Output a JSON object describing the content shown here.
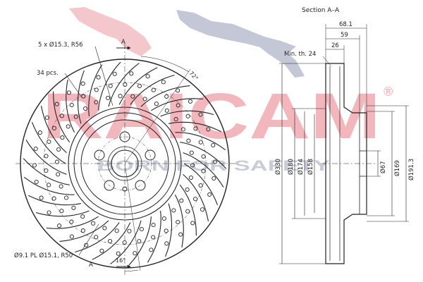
{
  "drawing": {
    "front_view": {
      "bolt_holes_label": "5 x Ø15.3, R56",
      "pcs_label": "34 pcs.",
      "hole_spec_label": "Ø9.1 PL Ø15.1, R50",
      "angle_top": "72°",
      "angle_bottom": "16°",
      "section_marker_top": "A",
      "section_marker_bottom": "A"
    },
    "section_view": {
      "title": "Section A–A",
      "dim_overall_width": "68.1",
      "dim_hat_width": "59",
      "dim_thickness": "26",
      "min_thickness": "Min. th. 24",
      "dim_d330": "Ø330",
      "dim_d180": "Ø180",
      "dim_d174": "Ø174",
      "dim_d158": "Ø158",
      "dim_d67": "Ø67",
      "dim_d169": "Ø169",
      "dim_d191": "Ø191.3"
    }
  },
  "watermark": {
    "brand": "RAICAM",
    "tagline": "BORN FOR SAFETY",
    "registered_mark": "®",
    "colors": {
      "brand_red": "#f2b6bd",
      "tagline_gray": "#c9ccd8",
      "animal_red": "#f4c7cc",
      "animal_gray": "#c3c7d6"
    }
  }
}
